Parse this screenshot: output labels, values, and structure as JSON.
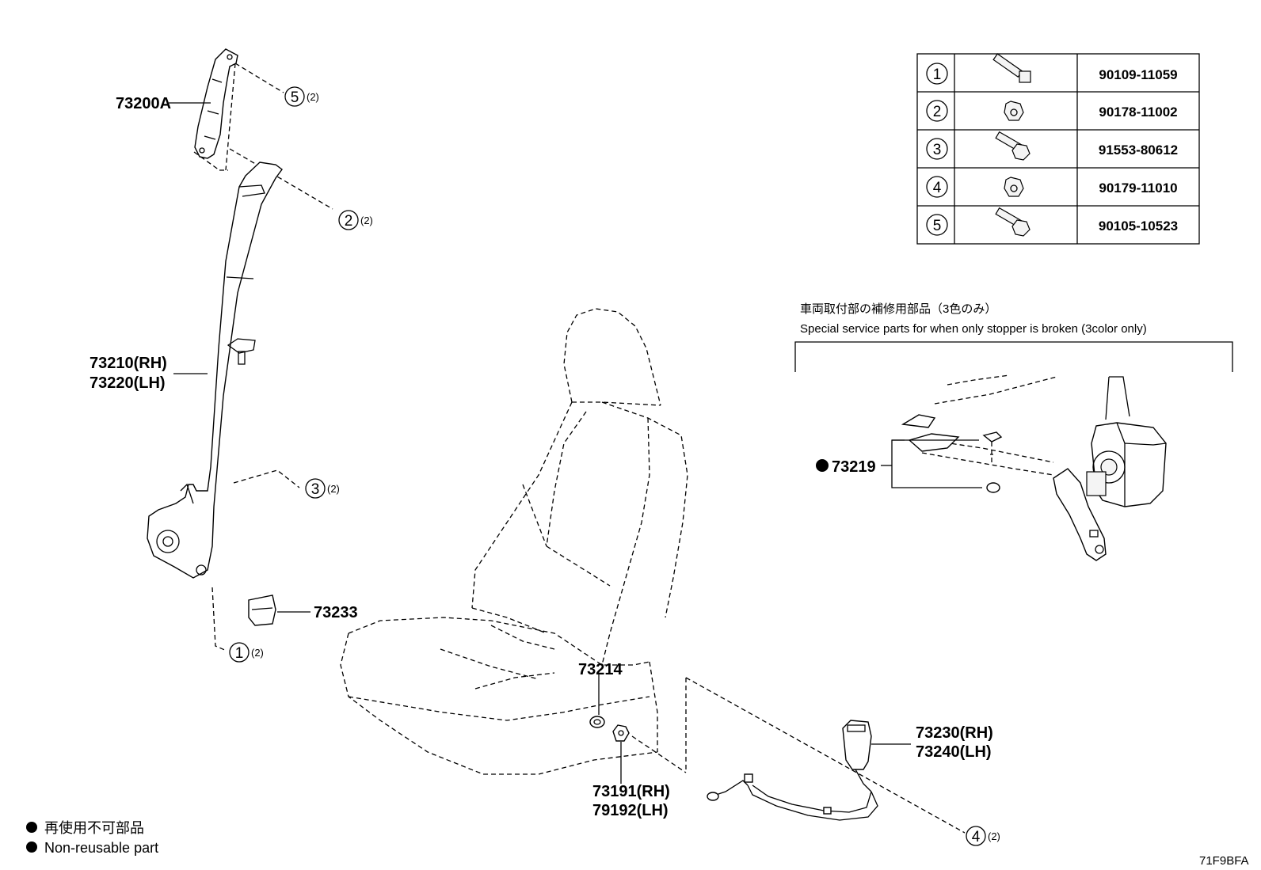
{
  "callouts": {
    "p73200A": "73200A",
    "p73210": "73210(RH)",
    "p73220": "73220(LH)",
    "p73233": "73233",
    "p73214": "73214",
    "p73191": "73191(RH)",
    "p79192": "79192(LH)",
    "p73230": "73230(RH)",
    "p73240": "73240(LH)",
    "p73219": "73219"
  },
  "fasteners": [
    {
      "num": "1",
      "part": "90109-11059",
      "qty": "(2)"
    },
    {
      "num": "2",
      "part": "90178-11002",
      "qty": "(2)"
    },
    {
      "num": "3",
      "part": "91553-80612",
      "qty": "(2)"
    },
    {
      "num": "4",
      "part": "90179-11010",
      "qty": "(2)"
    },
    {
      "num": "5",
      "part": "90105-10523",
      "qty": "(2)"
    }
  ],
  "service_note": {
    "jp": "車両取付部の補修用部品（3色のみ）",
    "en": "Special service parts for when only stopper is broken (3color only)"
  },
  "legend": {
    "jp": "再使用不可部品",
    "en": "Non-reusable part"
  },
  "diagram_code": "71F9BFA"
}
